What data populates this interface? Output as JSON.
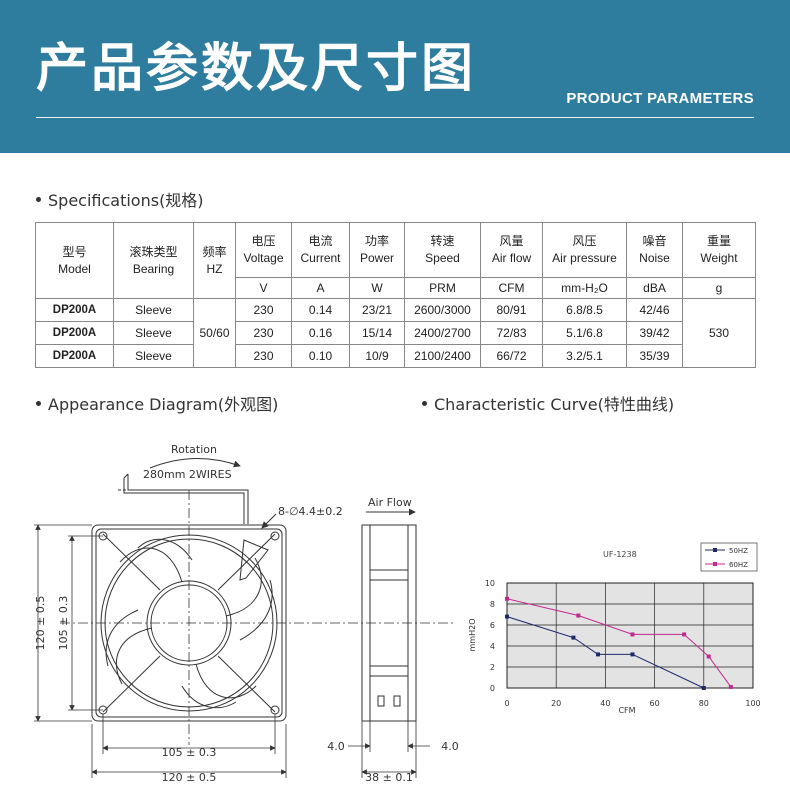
{
  "banner": {
    "title": "产品参数及尺寸图",
    "subtitle": "PRODUCT PARAMETERS",
    "background_color": "#2e7c9e"
  },
  "specs_section": {
    "heading": "Specifications(规格)"
  },
  "spec_table": {
    "headers": [
      {
        "zh": "型号",
        "en": "Model",
        "unit": ""
      },
      {
        "zh": "滚珠类型",
        "en": "Bearing",
        "unit": ""
      },
      {
        "zh": "频率",
        "en": "HZ",
        "unit": ""
      },
      {
        "zh": "电压",
        "en": "Voltage",
        "unit": "V"
      },
      {
        "zh": "电流",
        "en": "Current",
        "unit": "A"
      },
      {
        "zh": "功率",
        "en": "Power",
        "unit": "W"
      },
      {
        "zh": "转速",
        "en": "Speed",
        "unit": "PRM"
      },
      {
        "zh": "风量",
        "en": "Air flow",
        "unit": "CFM"
      },
      {
        "zh": "风压",
        "en": "Air pressure",
        "unit": "mm-H₂O"
      },
      {
        "zh": "噪音",
        "en": "Noise",
        "unit": "dBA"
      },
      {
        "zh": "重量",
        "en": "Weight",
        "unit": "g"
      }
    ],
    "frequency": "50/60",
    "weight": "530",
    "rows": [
      {
        "model": "DP200A",
        "bearing": "Sleeve",
        "voltage": "230",
        "current": "0.14",
        "power": "23/21",
        "speed": "2600/3000",
        "airflow": "80/91",
        "pressure": "6.8/8.5",
        "noise": "42/46"
      },
      {
        "model": "DP200A",
        "bearing": "Sleeve",
        "voltage": "230",
        "current": "0.16",
        "power": "15/14",
        "speed": "2400/2700",
        "airflow": "72/83",
        "pressure": "5.1/6.8",
        "noise": "39/42"
      },
      {
        "model": "DP200A",
        "bearing": "Sleeve",
        "voltage": "230",
        "current": "0.10",
        "power": "10/9",
        "speed": "2100/2400",
        "airflow": "66/72",
        "pressure": "3.2/5.1",
        "noise": "35/39"
      }
    ]
  },
  "appearance_section": {
    "heading": "Appearance Diagram(外观图)"
  },
  "appearance_diagram": {
    "rotation_label": "Rotation",
    "wire_label": "280mm 2WIRES",
    "hole_label": "8-∅4.4±0.2",
    "airflow_label": "Air Flow",
    "dim_outer_width": "120 ± 0.5",
    "dim_hole_spacing": "105 ± 0.3",
    "dim_outer_height": "120 ± 0.5",
    "dim_hole_vertical": "105 ± 0.3",
    "dim_flange_left": "4.0",
    "dim_flange_right": "4.0",
    "dim_depth": "38 ± 0.1"
  },
  "curve_section": {
    "heading": "Characteristic Curve(特性曲线)"
  },
  "chart_data": {
    "type": "line",
    "title": "UF-1238",
    "xlabel": "CFM",
    "ylabel": "mmH2O",
    "xlim": [
      0,
      100
    ],
    "ylim": [
      0,
      10
    ],
    "x_ticks": [
      0,
      20,
      40,
      60,
      80,
      100
    ],
    "y_ticks": [
      0,
      2,
      4,
      6,
      8,
      10
    ],
    "grid": true,
    "legend_position": "top-right",
    "series": [
      {
        "name": "50HZ",
        "color": "#1f2a6b",
        "points": [
          [
            0,
            6.8
          ],
          [
            27,
            4.8
          ],
          [
            37,
            3.2
          ],
          [
            51,
            3.2
          ],
          [
            80,
            0
          ]
        ]
      },
      {
        "name": "60HZ",
        "color": "#c02a8e",
        "points": [
          [
            0,
            8.5
          ],
          [
            29,
            6.9
          ],
          [
            51,
            5.1
          ],
          [
            72,
            5.1
          ],
          [
            82,
            3.0
          ],
          [
            91,
            0.1
          ]
        ]
      }
    ]
  }
}
